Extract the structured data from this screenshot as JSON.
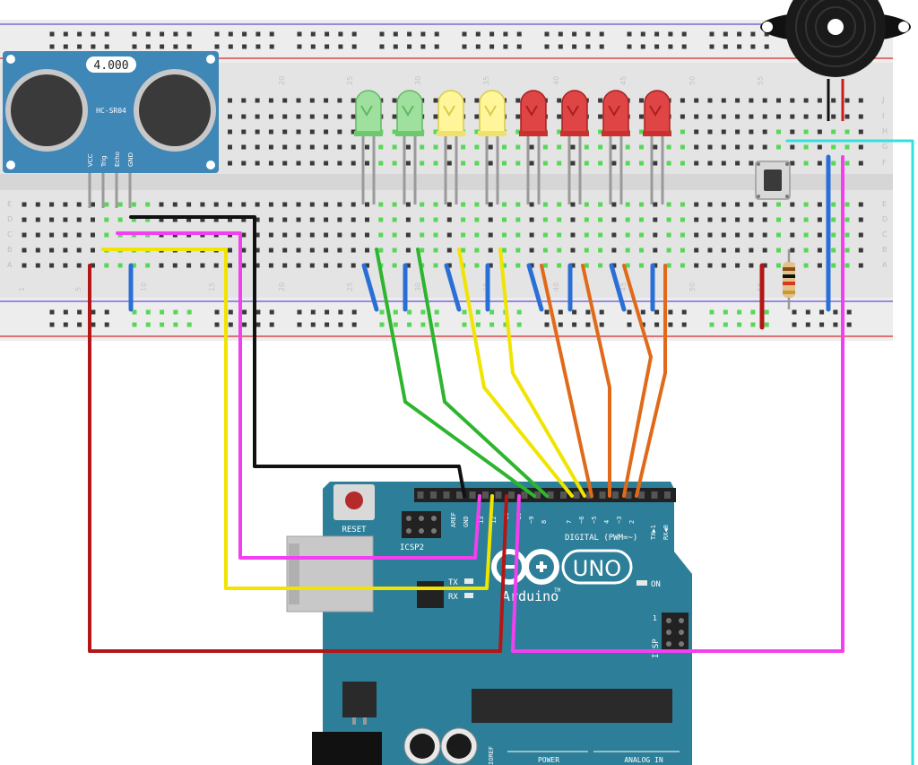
{
  "breadboard": {
    "row_letters_top": [
      "J",
      "I",
      "H",
      "G",
      "F"
    ],
    "row_letters_bottom": [
      "E",
      "D",
      "C",
      "B",
      "A"
    ],
    "column_numbers": [
      "1",
      "5",
      "10",
      "15",
      "20",
      "25",
      "30",
      "35",
      "40",
      "45",
      "50",
      "55"
    ]
  },
  "sensor": {
    "display": "4.000",
    "model": "HC-SR04",
    "pins": [
      "VCC",
      "Trig",
      "Echo",
      "GND"
    ]
  },
  "leds": [
    {
      "color": "green"
    },
    {
      "color": "green"
    },
    {
      "color": "yellow"
    },
    {
      "color": "yellow"
    },
    {
      "color": "red"
    },
    {
      "color": "red"
    },
    {
      "color": "red"
    },
    {
      "color": "red"
    }
  ],
  "arduino": {
    "reset_label": "RESET",
    "icsp2_label": "ICSP2",
    "aref_label": "AREF",
    "gnd_label": "GND",
    "digital_label": "DIGITAL (PWM=~)",
    "uno_label": "UNO",
    "brand_label": "Arduino",
    "tm_label": "TM",
    "on_label": "ON",
    "tx_label": "TX",
    "rx_label": "RX",
    "icsp_label": "ICSP",
    "icsp_pin1": "1",
    "txd_label": "TX▶1",
    "rxd_label": "RX◀0",
    "power_label": "POWER",
    "analog_label": "ANALOG IN",
    "ioref_label": "IOREF",
    "pin_numbers": [
      "13",
      "12",
      "~11",
      "~10",
      "~9",
      "8",
      "7",
      "~6",
      "~5",
      "4",
      "~3",
      "2"
    ]
  },
  "colors": {
    "board_teal": "#2d7f99",
    "sensor_blue": "#3f87b7",
    "wire_red": "#b31616",
    "wire_blue": "#2a6fd6",
    "wire_green": "#2eb52e",
    "wire_yellow": "#f0e400",
    "wire_orange": "#e06a1a",
    "wire_magenta": "#f23ff0",
    "wire_black": "#111111",
    "wire_cyan": "#33e0e0"
  }
}
